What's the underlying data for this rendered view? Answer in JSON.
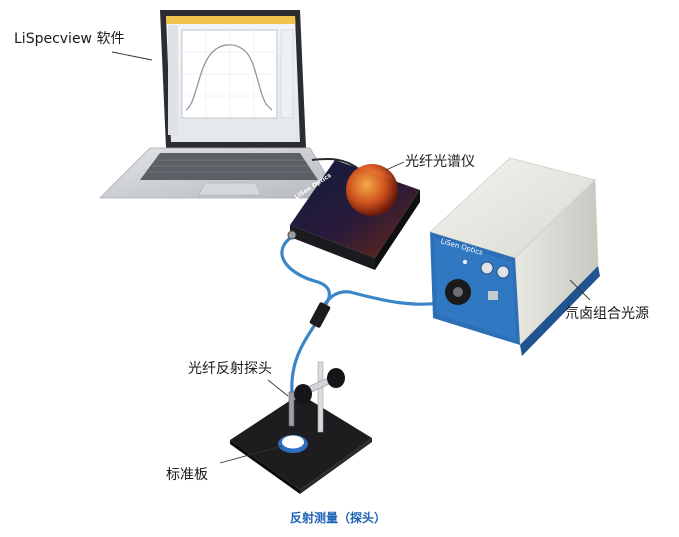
{
  "labels": {
    "software": "LiSpecview 软件",
    "spectrometer": "光纤光谱仪",
    "light_source": "氘卤组合光源",
    "probe": "光纤反射探头",
    "standard_board": "标准板"
  },
  "caption": "反射测量（探头）",
  "brand": {
    "name": "LiSen Optics"
  },
  "colors": {
    "caption": "#1f63b5",
    "fiber": "#3b86c6",
    "source_panel": "#2c6fb7",
    "laptop": "#c9ccd1"
  }
}
